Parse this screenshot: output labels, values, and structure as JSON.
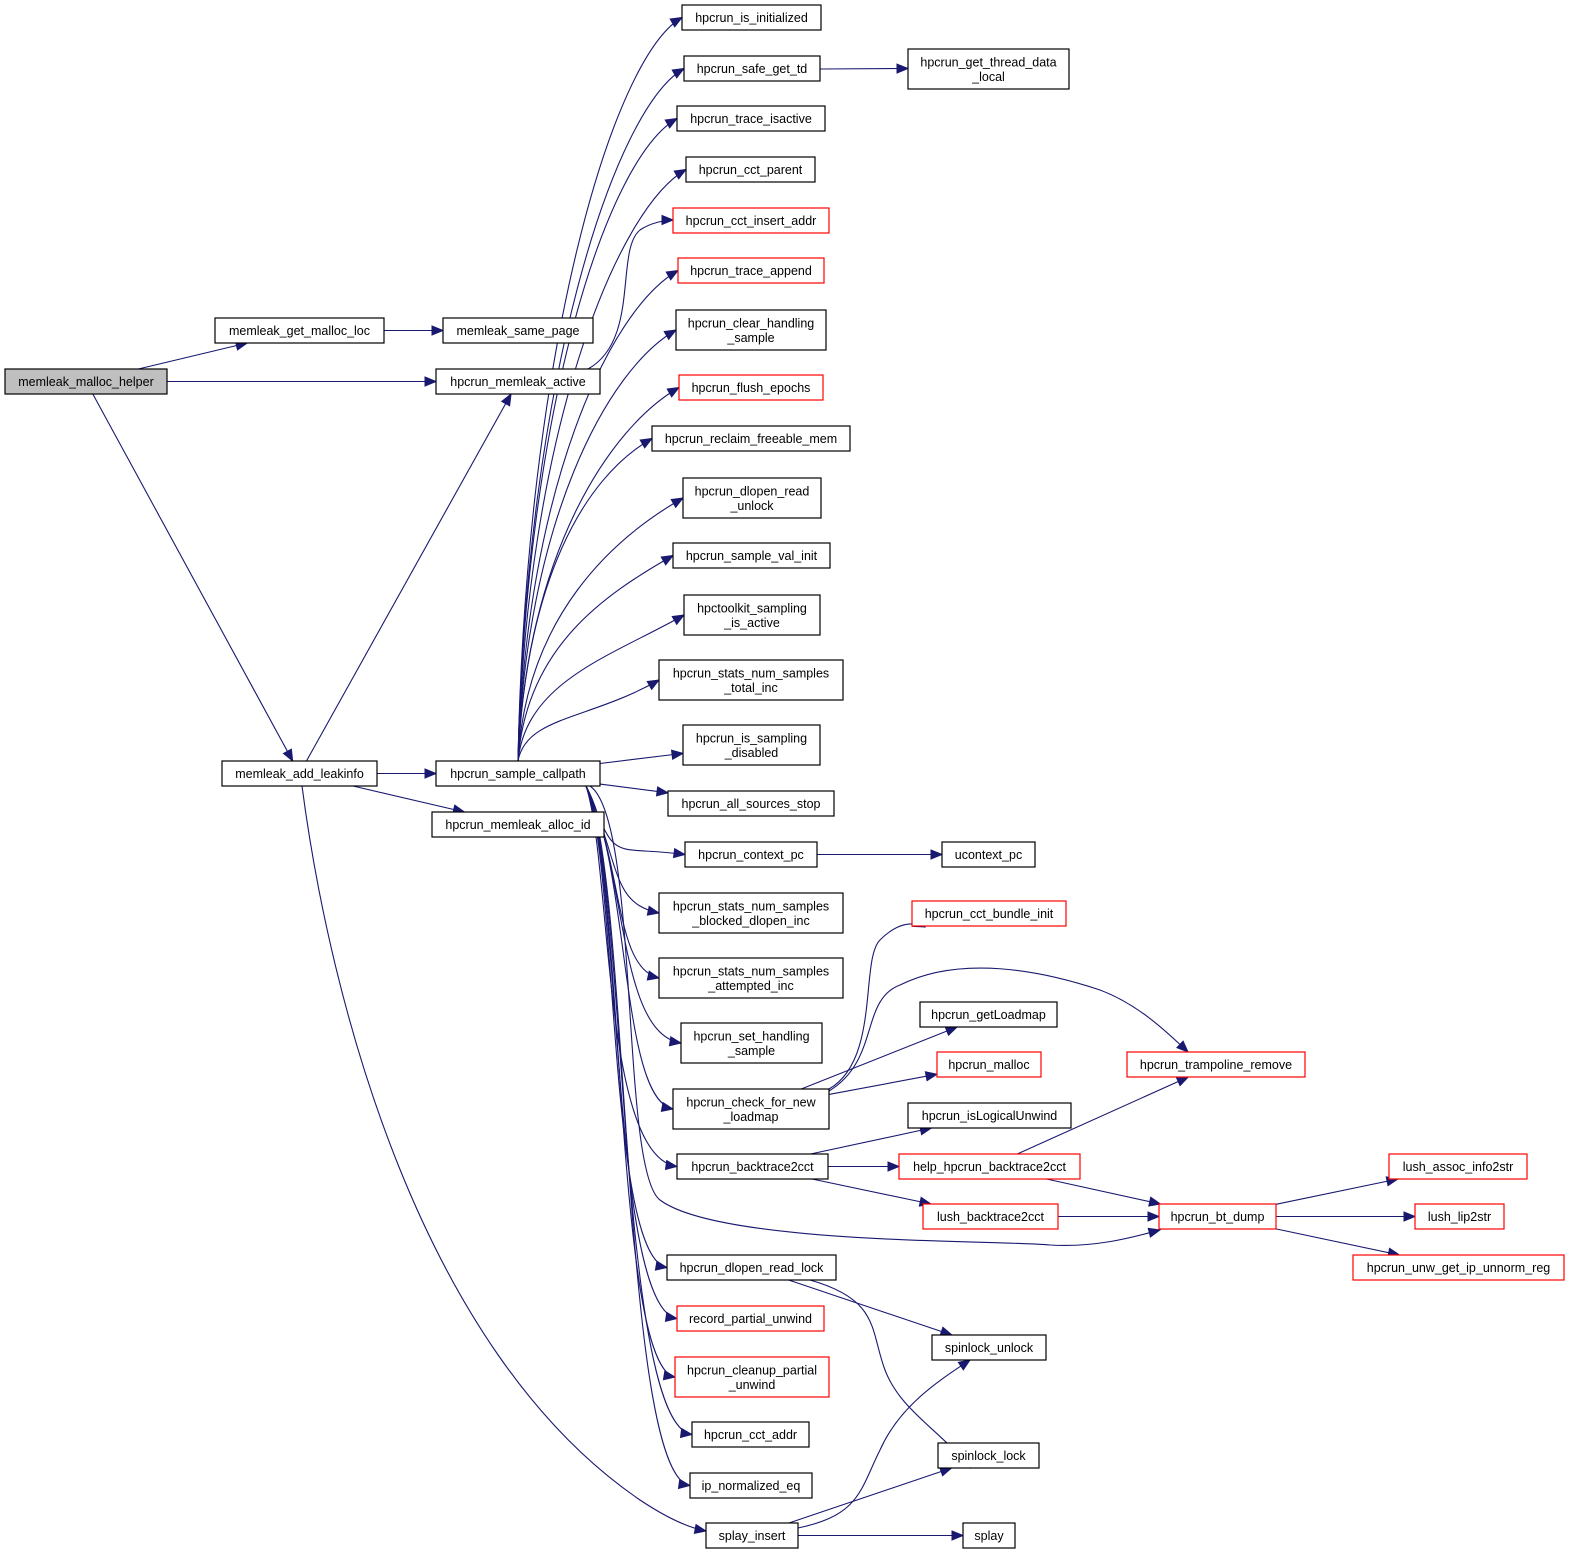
{
  "graph": {
    "title": "memleak_malloc_helper call graph",
    "colors": {
      "edge": "#191970",
      "root_fill": "#bfbfbf",
      "node_fill": "#ffffff",
      "node_border": "#000000",
      "truncated_border": "#ff0000"
    },
    "nodes": [
      {
        "id": "memleak_malloc_helper",
        "lines": [
          "memleak_malloc_helper"
        ],
        "kind": "root"
      },
      {
        "id": "memleak_get_malloc_loc",
        "lines": [
          "memleak_get_malloc_loc"
        ],
        "kind": "normal"
      },
      {
        "id": "memleak_same_page",
        "lines": [
          "memleak_same_page"
        ],
        "kind": "normal"
      },
      {
        "id": "hpcrun_memleak_active",
        "lines": [
          "hpcrun_memleak_active"
        ],
        "kind": "normal"
      },
      {
        "id": "memleak_add_leakinfo",
        "lines": [
          "memleak_add_leakinfo"
        ],
        "kind": "normal"
      },
      {
        "id": "hpcrun_sample_callpath",
        "lines": [
          "hpcrun_sample_callpath"
        ],
        "kind": "normal"
      },
      {
        "id": "hpcrun_memleak_alloc_id",
        "lines": [
          "hpcrun_memleak_alloc_id"
        ],
        "kind": "normal"
      },
      {
        "id": "hpcrun_is_initialized",
        "lines": [
          "hpcrun_is_initialized"
        ],
        "kind": "normal"
      },
      {
        "id": "hpcrun_safe_get_td",
        "lines": [
          "hpcrun_safe_get_td"
        ],
        "kind": "normal"
      },
      {
        "id": "hpcrun_get_thread_data_local",
        "lines": [
          "hpcrun_get_thread_data",
          "_local"
        ],
        "kind": "normal"
      },
      {
        "id": "hpcrun_trace_isactive",
        "lines": [
          "hpcrun_trace_isactive"
        ],
        "kind": "normal"
      },
      {
        "id": "hpcrun_cct_parent",
        "lines": [
          "hpcrun_cct_parent"
        ],
        "kind": "normal"
      },
      {
        "id": "hpcrun_cct_insert_addr",
        "lines": [
          "hpcrun_cct_insert_addr"
        ],
        "kind": "truncated"
      },
      {
        "id": "hpcrun_trace_append",
        "lines": [
          "hpcrun_trace_append"
        ],
        "kind": "truncated"
      },
      {
        "id": "hpcrun_clear_handling_sample",
        "lines": [
          "hpcrun_clear_handling",
          "_sample"
        ],
        "kind": "normal"
      },
      {
        "id": "hpcrun_flush_epochs",
        "lines": [
          "hpcrun_flush_epochs"
        ],
        "kind": "truncated"
      },
      {
        "id": "hpcrun_reclaim_freeable_mem",
        "lines": [
          "hpcrun_reclaim_freeable_mem"
        ],
        "kind": "normal"
      },
      {
        "id": "hpcrun_dlopen_read_unlock",
        "lines": [
          "hpcrun_dlopen_read",
          "_unlock"
        ],
        "kind": "normal"
      },
      {
        "id": "hpcrun_sample_val_init",
        "lines": [
          "hpcrun_sample_val_init"
        ],
        "kind": "normal"
      },
      {
        "id": "hpctoolkit_sampling_is_active",
        "lines": [
          "hpctoolkit_sampling",
          "_is_active"
        ],
        "kind": "normal"
      },
      {
        "id": "hpcrun_stats_num_samples_total_inc",
        "lines": [
          "hpcrun_stats_num_samples",
          "_total_inc"
        ],
        "kind": "normal"
      },
      {
        "id": "hpcrun_is_sampling_disabled",
        "lines": [
          "hpcrun_is_sampling",
          "_disabled"
        ],
        "kind": "normal"
      },
      {
        "id": "hpcrun_all_sources_stop",
        "lines": [
          "hpcrun_all_sources_stop"
        ],
        "kind": "normal"
      },
      {
        "id": "hpcrun_context_pc",
        "lines": [
          "hpcrun_context_pc"
        ],
        "kind": "normal"
      },
      {
        "id": "ucontext_pc",
        "lines": [
          "ucontext_pc"
        ],
        "kind": "normal"
      },
      {
        "id": "hpcrun_stats_num_samples_blocked_dlopen_inc",
        "lines": [
          "hpcrun_stats_num_samples",
          "_blocked_dlopen_inc"
        ],
        "kind": "normal"
      },
      {
        "id": "hpcrun_cct_bundle_init",
        "lines": [
          "hpcrun_cct_bundle_init"
        ],
        "kind": "truncated"
      },
      {
        "id": "hpcrun_stats_num_samples_attempted_inc",
        "lines": [
          "hpcrun_stats_num_samples",
          "_attempted_inc"
        ],
        "kind": "normal"
      },
      {
        "id": "hpcrun_getLoadmap",
        "lines": [
          "hpcrun_getLoadmap"
        ],
        "kind": "normal"
      },
      {
        "id": "hpcrun_set_handling_sample",
        "lines": [
          "hpcrun_set_handling",
          "_sample"
        ],
        "kind": "normal"
      },
      {
        "id": "hpcrun_malloc",
        "lines": [
          "hpcrun_malloc"
        ],
        "kind": "truncated"
      },
      {
        "id": "hpcrun_trampoline_remove",
        "lines": [
          "hpcrun_trampoline_remove"
        ],
        "kind": "truncated"
      },
      {
        "id": "hpcrun_check_for_new_loadmap",
        "lines": [
          "hpcrun_check_for_new",
          "_loadmap"
        ],
        "kind": "normal"
      },
      {
        "id": "hpcrun_isLogicalUnwind",
        "lines": [
          "hpcrun_isLogicalUnwind"
        ],
        "kind": "normal"
      },
      {
        "id": "hpcrun_backtrace2cct",
        "lines": [
          "hpcrun_backtrace2cct"
        ],
        "kind": "normal"
      },
      {
        "id": "help_hpcrun_backtrace2cct",
        "lines": [
          "help_hpcrun_backtrace2cct"
        ],
        "kind": "truncated"
      },
      {
        "id": "lush_assoc_info2str",
        "lines": [
          "lush_assoc_info2str"
        ],
        "kind": "truncated"
      },
      {
        "id": "lush_backtrace2cct",
        "lines": [
          "lush_backtrace2cct"
        ],
        "kind": "truncated"
      },
      {
        "id": "hpcrun_bt_dump",
        "lines": [
          "hpcrun_bt_dump"
        ],
        "kind": "truncated"
      },
      {
        "id": "lush_lip2str",
        "lines": [
          "lush_lip2str"
        ],
        "kind": "truncated"
      },
      {
        "id": "hpcrun_unw_get_ip_unnorm_reg",
        "lines": [
          "hpcrun_unw_get_ip_unnorm_reg"
        ],
        "kind": "truncated"
      },
      {
        "id": "hpcrun_dlopen_read_lock",
        "lines": [
          "hpcrun_dlopen_read_lock"
        ],
        "kind": "normal"
      },
      {
        "id": "record_partial_unwind",
        "lines": [
          "record_partial_unwind"
        ],
        "kind": "truncated"
      },
      {
        "id": "spinlock_unlock",
        "lines": [
          "spinlock_unlock"
        ],
        "kind": "normal"
      },
      {
        "id": "hpcrun_cleanup_partial_unwind",
        "lines": [
          "hpcrun_cleanup_partial",
          "_unwind"
        ],
        "kind": "truncated"
      },
      {
        "id": "hpcrun_cct_addr",
        "lines": [
          "hpcrun_cct_addr"
        ],
        "kind": "normal"
      },
      {
        "id": "spinlock_lock",
        "lines": [
          "spinlock_lock"
        ],
        "kind": "normal"
      },
      {
        "id": "ip_normalized_eq",
        "lines": [
          "ip_normalized_eq"
        ],
        "kind": "normal"
      },
      {
        "id": "splay_insert",
        "lines": [
          "splay_insert"
        ],
        "kind": "normal"
      },
      {
        "id": "splay",
        "lines": [
          "splay"
        ],
        "kind": "normal"
      }
    ],
    "edges": [
      [
        "memleak_malloc_helper",
        "memleak_get_malloc_loc"
      ],
      [
        "memleak_malloc_helper",
        "hpcrun_memleak_active"
      ],
      [
        "memleak_malloc_helper",
        "memleak_add_leakinfo"
      ],
      [
        "memleak_get_malloc_loc",
        "memleak_same_page"
      ],
      [
        "hpcrun_memleak_active",
        "hpcrun_cct_insert_addr"
      ],
      [
        "memleak_add_leakinfo",
        "hpcrun_memleak_active"
      ],
      [
        "memleak_add_leakinfo",
        "hpcrun_sample_callpath"
      ],
      [
        "memleak_add_leakinfo",
        "hpcrun_memleak_alloc_id"
      ],
      [
        "memleak_add_leakinfo",
        "splay_insert"
      ],
      [
        "hpcrun_sample_callpath",
        "hpcrun_is_initialized"
      ],
      [
        "hpcrun_sample_callpath",
        "hpcrun_safe_get_td"
      ],
      [
        "hpcrun_sample_callpath",
        "hpcrun_trace_isactive"
      ],
      [
        "hpcrun_sample_callpath",
        "hpcrun_cct_parent"
      ],
      [
        "hpcrun_sample_callpath",
        "hpcrun_trace_append"
      ],
      [
        "hpcrun_sample_callpath",
        "hpcrun_clear_handling_sample"
      ],
      [
        "hpcrun_sample_callpath",
        "hpcrun_flush_epochs"
      ],
      [
        "hpcrun_sample_callpath",
        "hpcrun_reclaim_freeable_mem"
      ],
      [
        "hpcrun_sample_callpath",
        "hpcrun_dlopen_read_unlock"
      ],
      [
        "hpcrun_sample_callpath",
        "hpcrun_sample_val_init"
      ],
      [
        "hpcrun_sample_callpath",
        "hpctoolkit_sampling_is_active"
      ],
      [
        "hpcrun_sample_callpath",
        "hpcrun_stats_num_samples_total_inc"
      ],
      [
        "hpcrun_sample_callpath",
        "hpcrun_is_sampling_disabled"
      ],
      [
        "hpcrun_sample_callpath",
        "hpcrun_all_sources_stop"
      ],
      [
        "hpcrun_sample_callpath",
        "hpcrun_context_pc"
      ],
      [
        "hpcrun_sample_callpath",
        "hpcrun_stats_num_samples_blocked_dlopen_inc"
      ],
      [
        "hpcrun_sample_callpath",
        "hpcrun_stats_num_samples_attempted_inc"
      ],
      [
        "hpcrun_sample_callpath",
        "hpcrun_set_handling_sample"
      ],
      [
        "hpcrun_sample_callpath",
        "hpcrun_check_for_new_loadmap"
      ],
      [
        "hpcrun_sample_callpath",
        "hpcrun_backtrace2cct"
      ],
      [
        "hpcrun_sample_callpath",
        "hpcrun_bt_dump"
      ],
      [
        "hpcrun_sample_callpath",
        "hpcrun_dlopen_read_lock"
      ],
      [
        "hpcrun_sample_callpath",
        "record_partial_unwind"
      ],
      [
        "hpcrun_sample_callpath",
        "hpcrun_cleanup_partial_unwind"
      ],
      [
        "hpcrun_sample_callpath",
        "hpcrun_cct_addr"
      ],
      [
        "hpcrun_sample_callpath",
        "ip_normalized_eq"
      ],
      [
        "hpcrun_safe_get_td",
        "hpcrun_get_thread_data_local"
      ],
      [
        "hpcrun_context_pc",
        "ucontext_pc"
      ],
      [
        "hpcrun_check_for_new_loadmap",
        "hpcrun_cct_bundle_init"
      ],
      [
        "hpcrun_check_for_new_loadmap",
        "hpcrun_getLoadmap"
      ],
      [
        "hpcrun_check_for_new_loadmap",
        "hpcrun_malloc"
      ],
      [
        "hpcrun_check_for_new_loadmap",
        "hpcrun_trampoline_remove"
      ],
      [
        "hpcrun_backtrace2cct",
        "hpcrun_isLogicalUnwind"
      ],
      [
        "hpcrun_backtrace2cct",
        "help_hpcrun_backtrace2cct"
      ],
      [
        "hpcrun_backtrace2cct",
        "lush_backtrace2cct"
      ],
      [
        "help_hpcrun_backtrace2cct",
        "hpcrun_trampoline_remove"
      ],
      [
        "help_hpcrun_backtrace2cct",
        "hpcrun_bt_dump"
      ],
      [
        "lush_backtrace2cct",
        "hpcrun_bt_dump"
      ],
      [
        "hpcrun_bt_dump",
        "lush_assoc_info2str"
      ],
      [
        "hpcrun_bt_dump",
        "lush_lip2str"
      ],
      [
        "hpcrun_bt_dump",
        "hpcrun_unw_get_ip_unnorm_reg"
      ],
      [
        "hpcrun_dlopen_read_lock",
        "spinlock_unlock"
      ],
      [
        "hpcrun_dlopen_read_lock",
        "spinlock_lock"
      ],
      [
        "splay_insert",
        "spinlock_unlock"
      ],
      [
        "splay_insert",
        "spinlock_lock"
      ],
      [
        "splay_insert",
        "splay"
      ]
    ]
  }
}
